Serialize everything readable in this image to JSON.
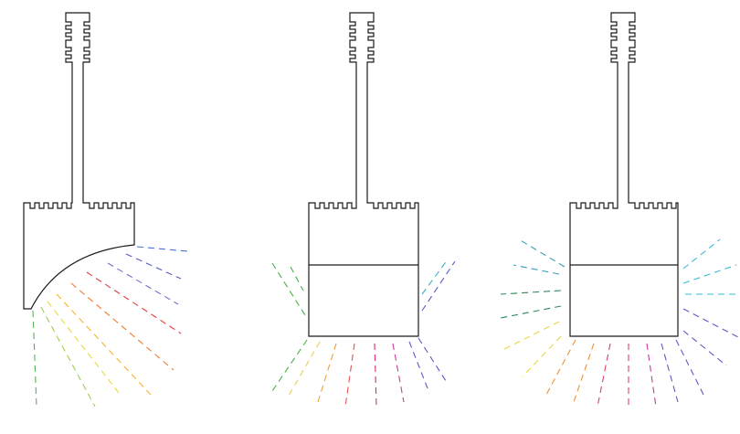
{
  "figure": {
    "panels": [
      {
        "id": "curved",
        "ray_colors": [
          "#4a6fd1",
          "#5959c8",
          "#7070d0",
          "#e03c3c",
          "#f07a2a",
          "#f5b32a",
          "#e8d93a",
          "#9bd04a",
          "#5bb05b"
        ]
      },
      {
        "id": "square-bottom",
        "ray_colors": [
          "#3ab0c8",
          "#4ab04a",
          "#f0a030",
          "#e8d050",
          "#e85050",
          "#d83058",
          "#c83a9a",
          "#5a5ac8"
        ]
      },
      {
        "id": "square-all-sides",
        "ray_colors": [
          "#3aa0b8",
          "#2a8a5a",
          "#e8d840",
          "#f09030",
          "#e04060",
          "#c83a9a",
          "#5a5ac8",
          "#3ab8d8"
        ]
      }
    ]
  }
}
